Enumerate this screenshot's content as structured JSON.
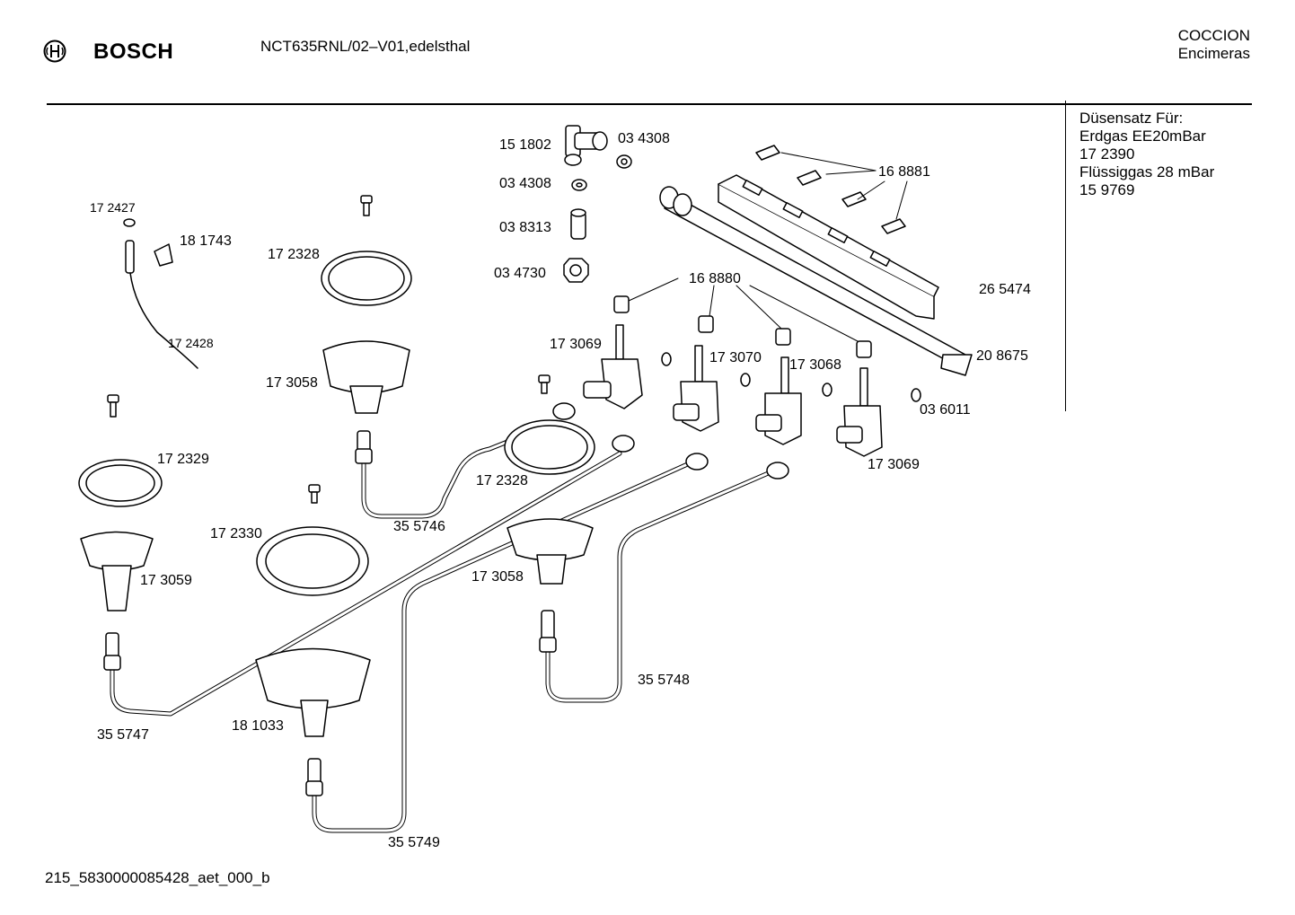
{
  "header": {
    "brand": "BOSCH",
    "model": "NCT635RNL/02–V01,edelsthal",
    "category": "COCCION",
    "subcategory": "Encimeras"
  },
  "side_note": {
    "line1": "Düsensatz Für:",
    "line2": "Erdgas EE20mBar",
    "line3": "17 2390",
    "line4": "Flüssiggas 28 mBar",
    "line5": "15 9769"
  },
  "footer": {
    "code": "215_5830000085428_aet_000_b"
  },
  "parts": {
    "p151802": "15 1802",
    "p034308a": "03 4308",
    "p034308b": "03 4308",
    "p038313": "03 8313",
    "p034730": "03 4730",
    "p168881": "16 8881",
    "p265474": "26 5474",
    "p168880": "16 8880",
    "p208675": "20 8675",
    "p172427": "17 2427",
    "p181743": "18 1743",
    "p172328a": "17 2328",
    "p172428": "17 2428",
    "p173058a": "17 3058",
    "p173069a": "17 3069",
    "p173070": "17 3070",
    "p173068": "17 3068",
    "p036011": "03 6011",
    "p173069b": "17 3069",
    "p172329": "17 2329",
    "p172328b": "17 2328",
    "p355746": "35 5746",
    "p172330": "17 2330",
    "p173059": "17 3059",
    "p173058b": "17 3058",
    "p355748": "35 5748",
    "p181033": "18 1033",
    "p355747": "35 5747",
    "p355749": "35 5749"
  }
}
